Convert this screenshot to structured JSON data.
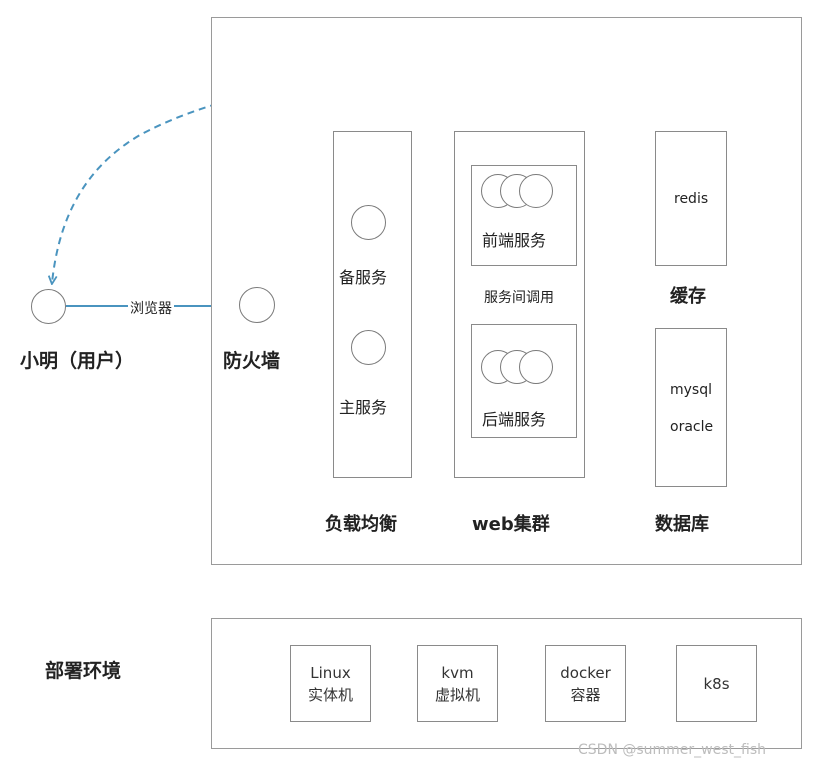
{
  "user": {
    "label": "小明（用户）"
  },
  "firewall": {
    "label": "防火墙"
  },
  "browser_edge": {
    "label": "浏览器"
  },
  "load_balancer": {
    "caption": "负载均衡",
    "backup": "备服务",
    "primary": "主服务"
  },
  "web_cluster": {
    "caption": "web集群",
    "frontend": "前端服务",
    "backend": "后端服务",
    "inter_call": "服务间调用"
  },
  "cache": {
    "caption": "缓存",
    "item": "redis"
  },
  "database": {
    "caption": "数据库",
    "items": [
      "mysql",
      "oracle"
    ]
  },
  "deploy": {
    "caption": "部署环境",
    "envs": [
      {
        "line1": "Linux",
        "line2": "实体机"
      },
      {
        "line1": "kvm",
        "line2": "虚拟机"
      },
      {
        "line1": "docker",
        "line2": "容器"
      },
      {
        "line1": "k8s",
        "line2": ""
      }
    ]
  },
  "watermark": "CSDN @summer_west_fish",
  "colors": {
    "arrow": "#4a94bf",
    "border": "#8a8a8a"
  }
}
